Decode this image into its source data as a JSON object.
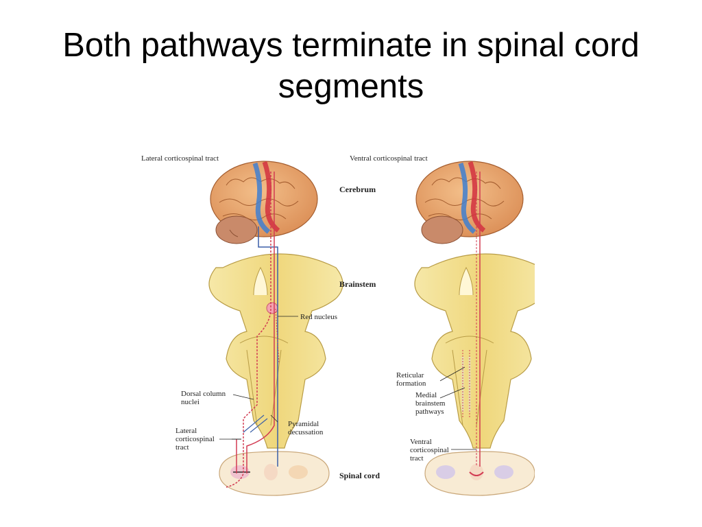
{
  "title": "Both pathways terminate in spinal cord segments",
  "figure": {
    "left_panel": {
      "heading": "Lateral corticospinal tract",
      "labels": {
        "red_nucleus": "Red nucleus",
        "dorsal_column_nuclei": "Dorsal column\nnuclei",
        "pyramidal_decussation": "Pyramidal\ndecussation",
        "lateral_corticospinal_tract": "Lateral\ncorticospinal\ntract"
      }
    },
    "right_panel": {
      "heading": "Ventral corticospinal tract",
      "labels": {
        "reticular_formation": "Reticular\nformation",
        "medial_brainstem_pathways": "Medial\nbrainstem\npathways",
        "ventral_corticospinal_tract": "Ventral\ncorticospinal\ntract"
      }
    },
    "levels": {
      "cerebrum": "Cerebrum",
      "brainstem": "Brainstem",
      "spinal_cord": "Spinal cord"
    },
    "colors": {
      "brain": "#e9a56e",
      "brainstem": "#f1df92",
      "tract_red": "#d23b52",
      "tract_blue": "#3a5fa8",
      "cord": "#f7e9cf"
    }
  }
}
